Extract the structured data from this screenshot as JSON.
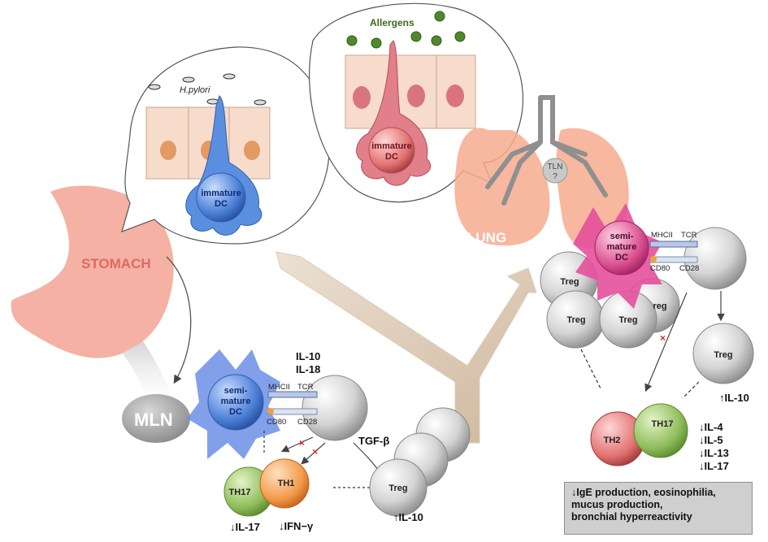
{
  "stomach": {
    "organ_label": "STOMACH",
    "node_label": "MLN",
    "pathogen": "H.pylori",
    "dc_label_line1": "immature",
    "dc_label_line2": "DC"
  },
  "lung": {
    "organ_label": "LUNG",
    "node_label_line1": "TLN",
    "node_label_line2": "?",
    "trigger": "Allergens",
    "dc_label_line1": "immature",
    "dc_label_line2": "DC"
  },
  "left_synapse": {
    "dc_line1": "semi-",
    "dc_line2": "mature",
    "dc_line3": "DC",
    "mhc": "MHCII",
    "tcr": "TCR",
    "cd80": "CD80",
    "cd28": "CD28",
    "cytokine1": "IL-10",
    "cytokine2": "IL-18",
    "tgf": "TGF-β",
    "th17": "TH17",
    "th1": "TH1",
    "treg": "Treg",
    "effect1": "↓IL-17",
    "effect2": "↓IFN−γ",
    "effect3": "↑IL-10"
  },
  "right_synapse": {
    "dc_line1": "semi-",
    "dc_line2": "mature",
    "dc_line3": "DC",
    "mhc": "MHCII",
    "tcr": "TCR",
    "cd80": "CD80",
    "cd28": "CD28",
    "treg": "Treg",
    "treg_partial": "reg",
    "th2": "TH2",
    "th17": "TH17",
    "treg_effect": "↑IL-10",
    "cyto": [
      "↓IL-4",
      "↓IL-5",
      "↓IL-13",
      "↓IL-17"
    ]
  },
  "outcome": {
    "line1": "↓IgE production, eosinophilia,",
    "line2": "mucus production,",
    "line3": "bronchial hyperreactivity"
  }
}
